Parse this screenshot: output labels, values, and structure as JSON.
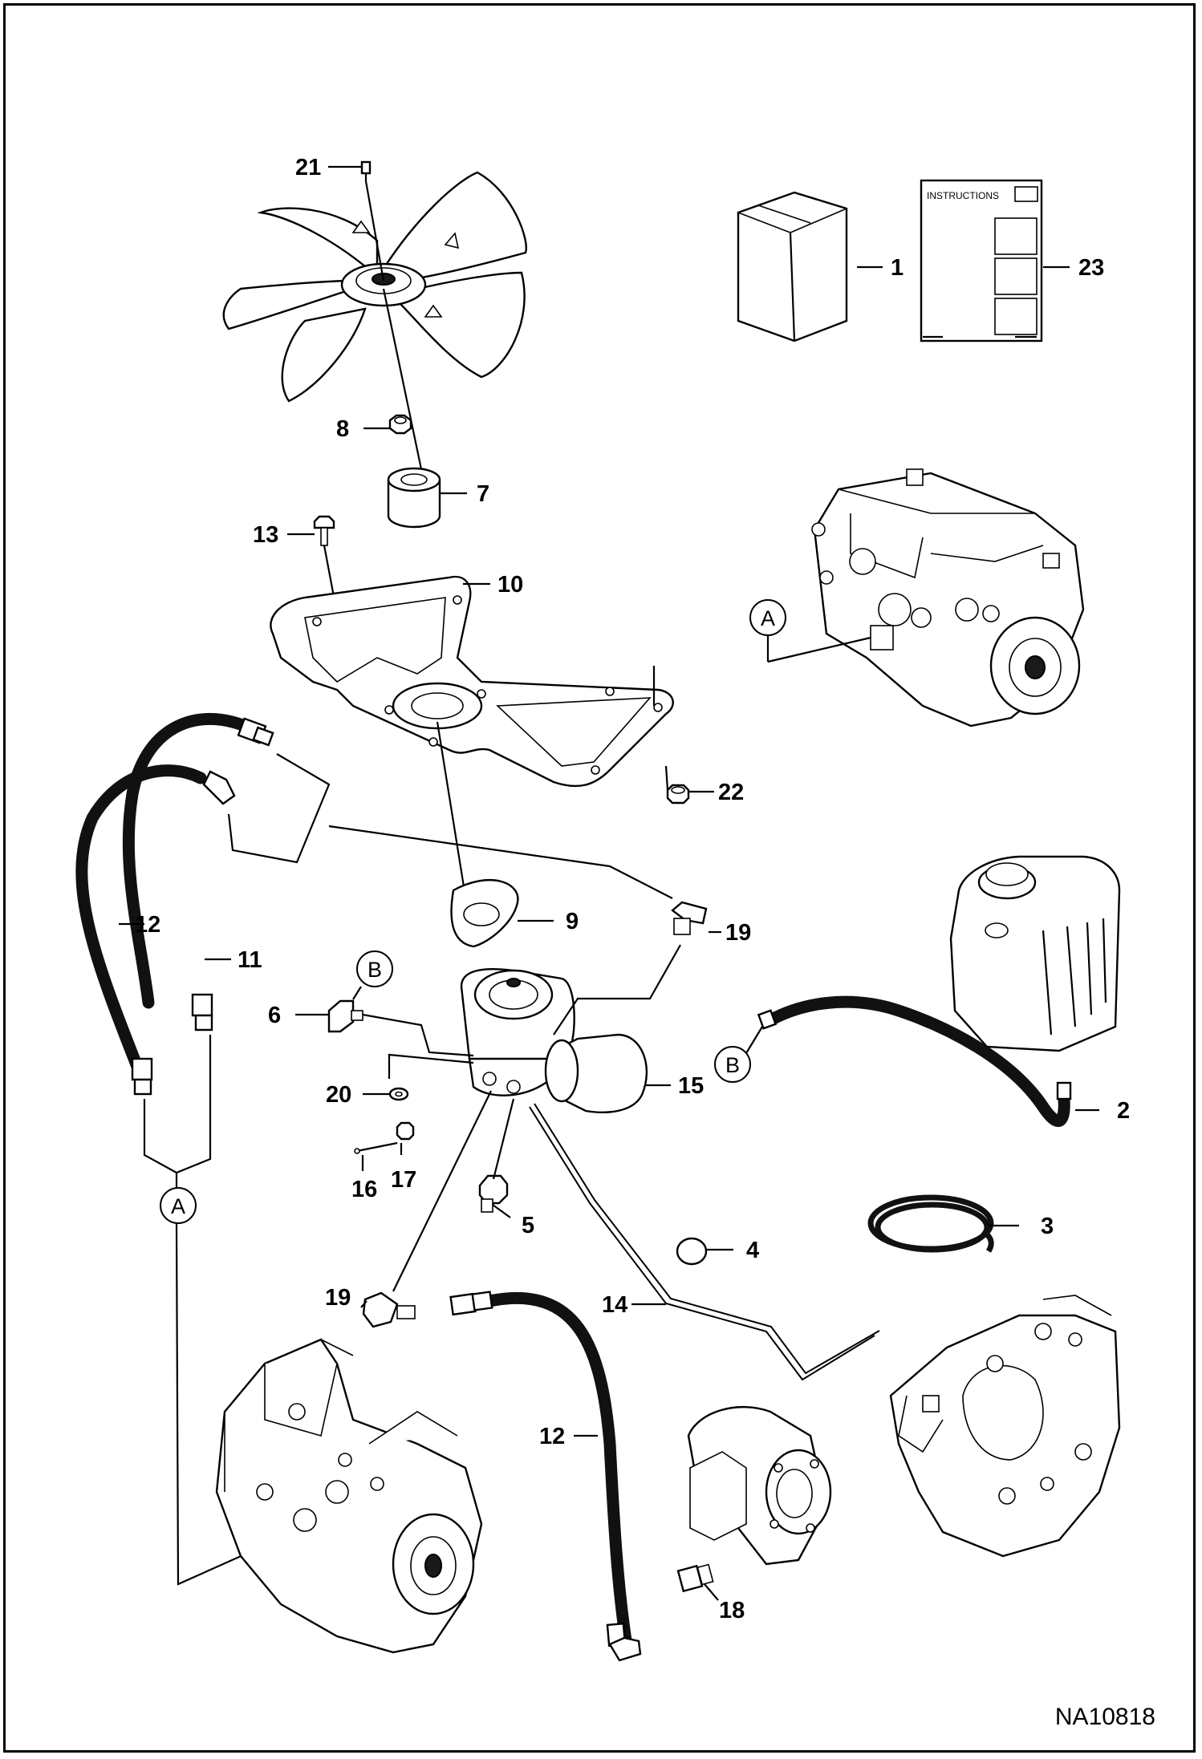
{
  "figure_code": "NA10818",
  "instructions_header": "INSTRUCTIONS",
  "callout_letters": {
    "A": "A",
    "B": "B"
  },
  "part_labels": {
    "p1": "1",
    "p2": "2",
    "p3": "3",
    "p4": "4",
    "p5": "5",
    "p6": "6",
    "p7": "7",
    "p8": "8",
    "p9": "9",
    "p10": "10",
    "p11": "11",
    "p12a": "12",
    "p12b": "12",
    "p13": "13",
    "p14": "14",
    "p15": "15",
    "p16": "16",
    "p17": "17",
    "p18": "18",
    "p19a": "19",
    "p19b": "19",
    "p20": "20",
    "p21": "21",
    "p22": "22",
    "p23": "23"
  }
}
